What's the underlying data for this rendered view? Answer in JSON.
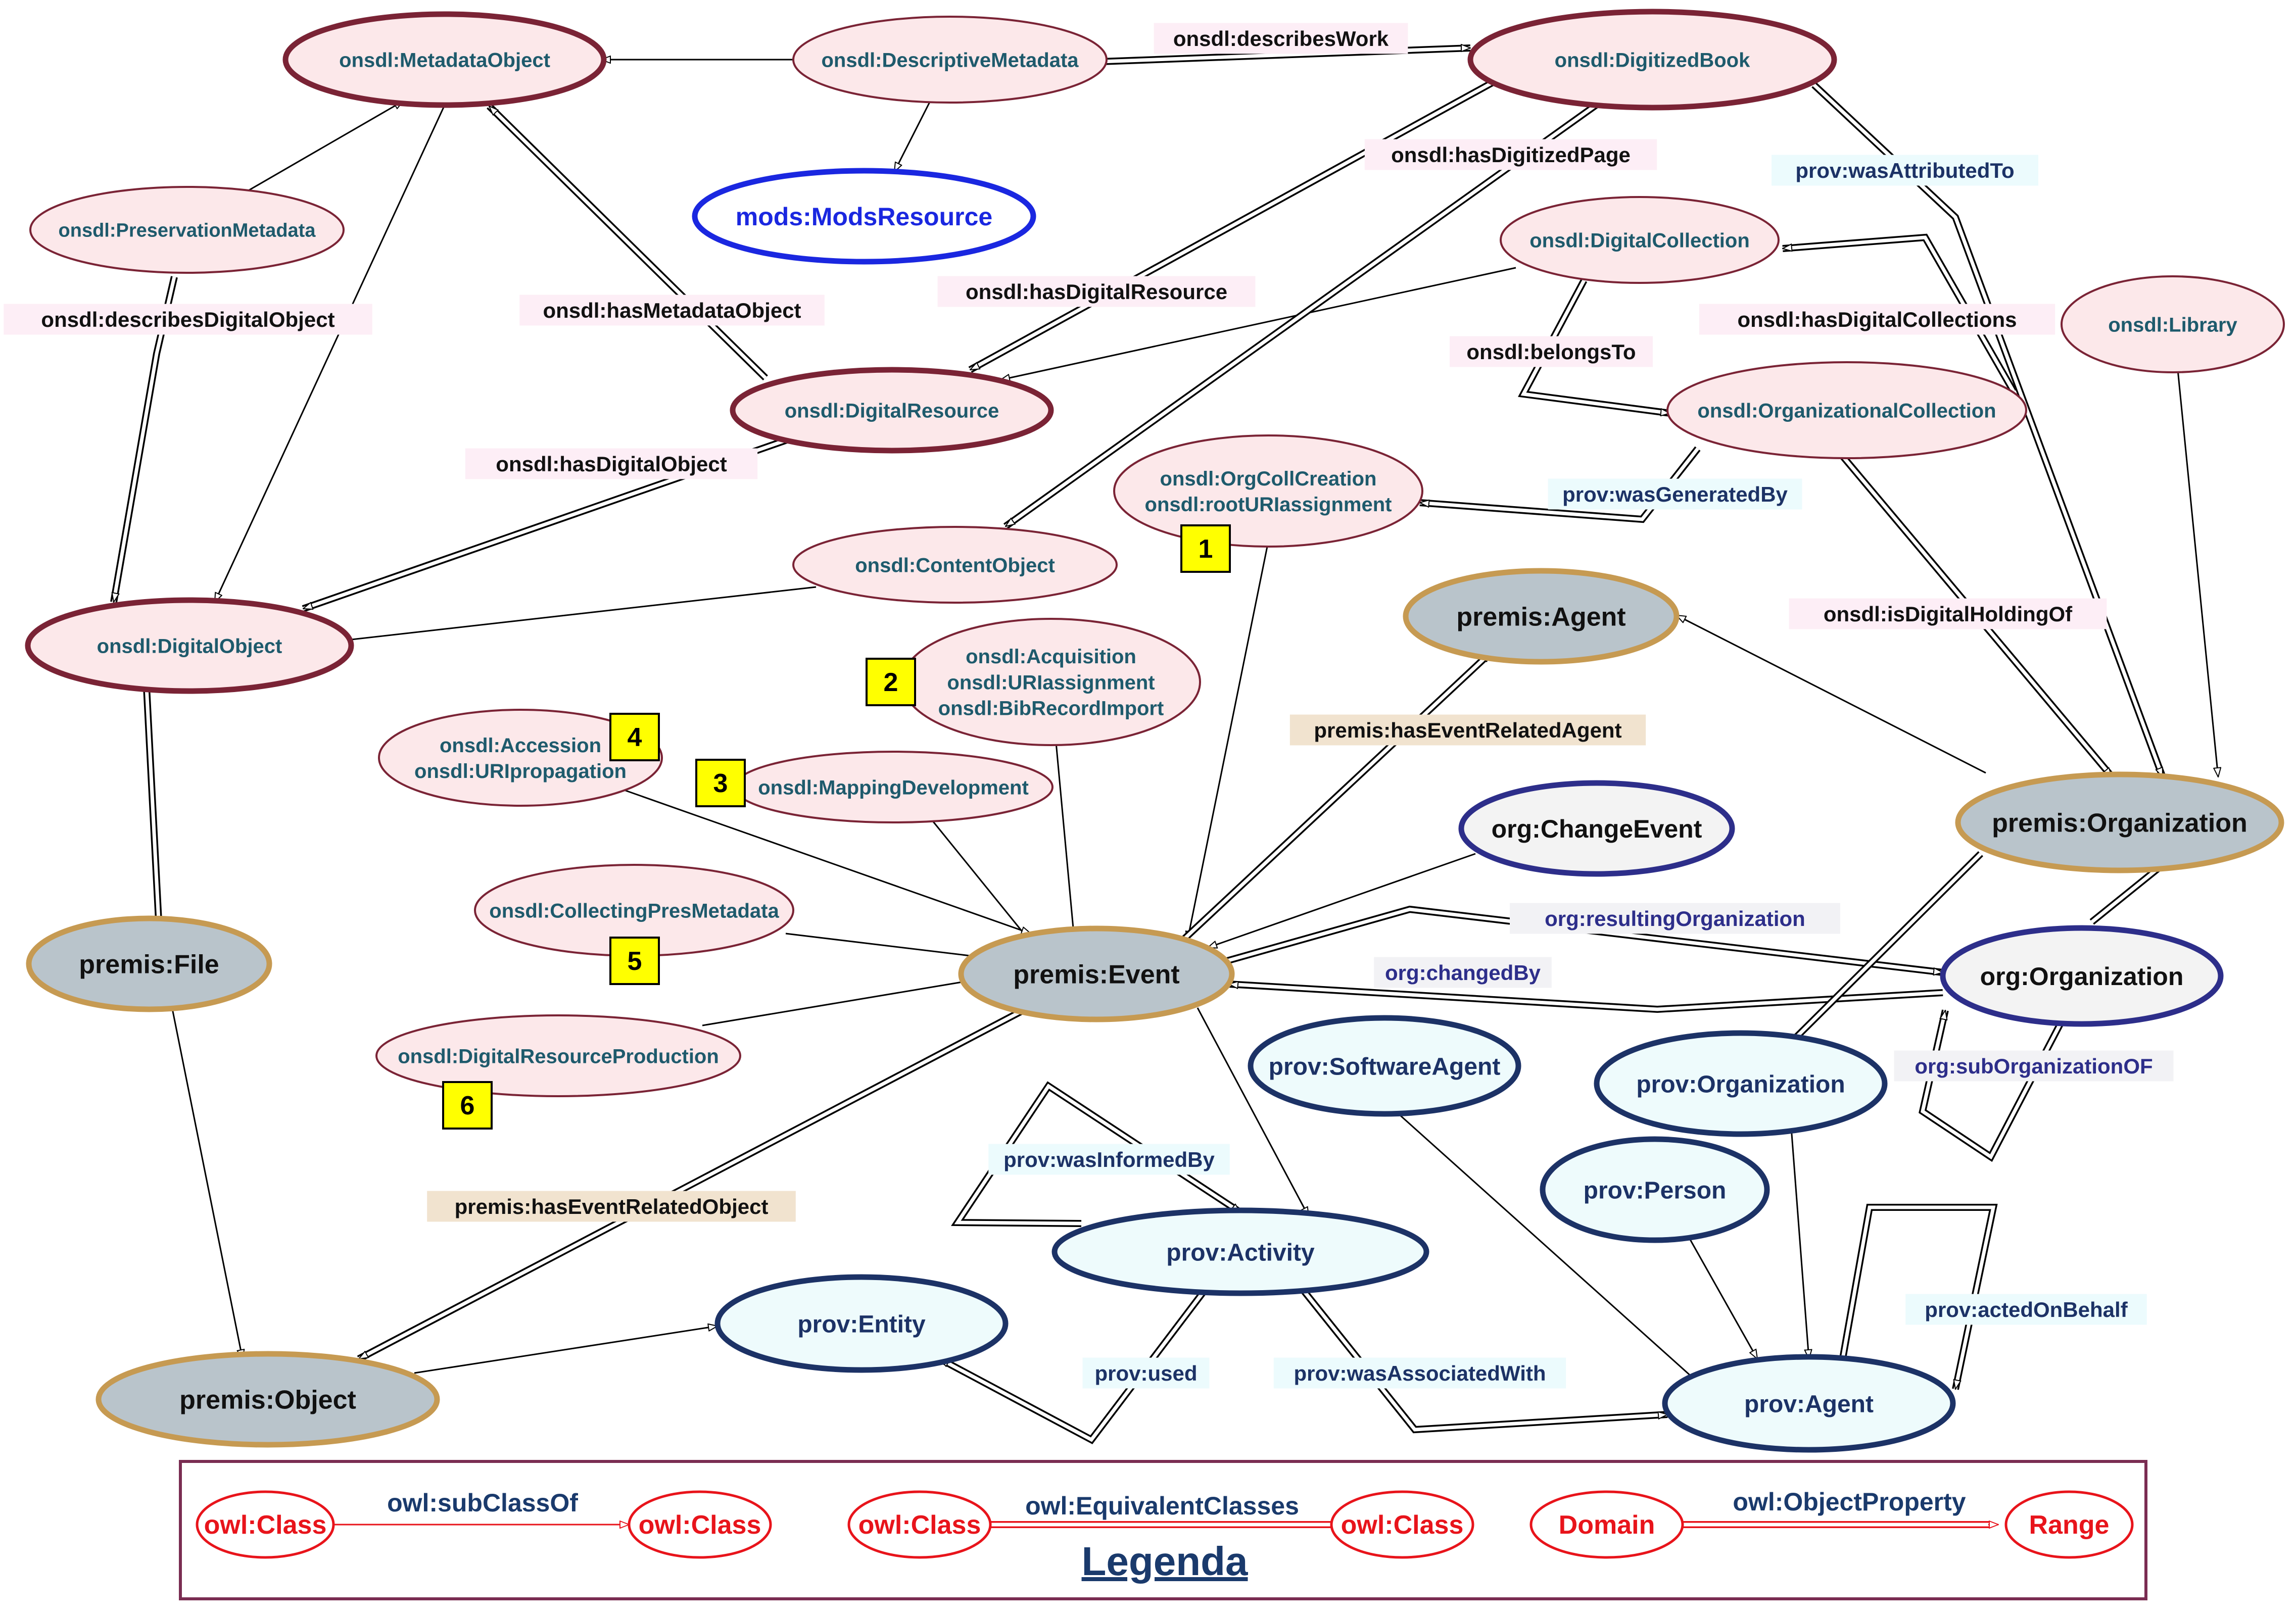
{
  "palette": {
    "onsdl_stroke": "#7a2335",
    "onsdl_fill": "#fce8ea",
    "onsdl_text": "#1e5a6c",
    "premis_stroke": "#c69a52",
    "premis_fill": "#b9c4cb",
    "org_stroke": "#2d2e8a",
    "org_fill": "#f3f3f3",
    "prov_stroke": "#1c3266",
    "prov_fill": "#eefbfc",
    "prov_text": "#1c3266",
    "mods_stroke": "#1a27e0",
    "mods_fill": "#ffffff",
    "mods_text": "#1a27e0",
    "legend_red": "#e8141b",
    "legend_border": "#7a2d52",
    "legend_title": "#1a3a6c",
    "label_bg_pink": "#fdeef6",
    "label_bg_blue": "#ecfbfd",
    "label_bg_tan": "#f1e3cf",
    "label_bg_gray": "#f2f2f5",
    "badge_fill": "#ffff00"
  },
  "nodes": {
    "metadata_object": {
      "lines": [
        "onsdl:MetadataObject"
      ]
    },
    "descriptive_metadata": {
      "lines": [
        "onsdl:DescriptiveMetadata"
      ]
    },
    "digitized_book": {
      "lines": [
        "onsdl:DigitizedBook"
      ]
    },
    "mods_resource": {
      "lines": [
        "mods:ModsResource"
      ]
    },
    "preservation_metadata": {
      "lines": [
        "onsdl:PreservationMetadata"
      ]
    },
    "digital_collection": {
      "lines": [
        "onsdl:DigitalCollection"
      ]
    },
    "library": {
      "lines": [
        "onsdl:Library"
      ]
    },
    "digital_resource": {
      "lines": [
        "onsdl:DigitalResource"
      ]
    },
    "organizational_collection": {
      "lines": [
        "onsdl:OrganizationalCollection"
      ]
    },
    "org_coll_creation": {
      "lines": [
        "onsdl:OrgCollCreation",
        "onsdl:rootURIassignment"
      ]
    },
    "content_object": {
      "lines": [
        "onsdl:ContentObject"
      ]
    },
    "digital_object": {
      "lines": [
        "onsdl:DigitalObject"
      ]
    },
    "premis_agent": {
      "lines": [
        "premis:Agent"
      ]
    },
    "acquisition": {
      "lines": [
        "onsdl:Acquisition",
        "onsdl:URIassignment",
        "onsdl:BibRecordImport"
      ]
    },
    "accession": {
      "lines": [
        "onsdl:Accession",
        "onsdl:URIpropagation"
      ]
    },
    "mapping_development": {
      "lines": [
        "onsdl:MappingDevelopment"
      ]
    },
    "change_event": {
      "lines": [
        "org:ChangeEvent"
      ]
    },
    "premis_organization": {
      "lines": [
        "premis:Organization"
      ]
    },
    "premis_file": {
      "lines": [
        "premis:File"
      ]
    },
    "collecting_pres_metadata": {
      "lines": [
        "onsdl:CollectingPresMetadata"
      ]
    },
    "premis_event": {
      "lines": [
        "premis:Event"
      ]
    },
    "org_organization": {
      "lines": [
        "org:Organization"
      ]
    },
    "digital_resource_production": {
      "lines": [
        "onsdl:DigitalResourceProduction"
      ]
    },
    "software_agent": {
      "lines": [
        "prov:SoftwareAgent"
      ]
    },
    "prov_organization": {
      "lines": [
        "prov:Organization"
      ]
    },
    "prov_person": {
      "lines": [
        "prov:Person"
      ]
    },
    "prov_activity": {
      "lines": [
        "prov:Activity"
      ]
    },
    "prov_entity": {
      "lines": [
        "prov:Entity"
      ]
    },
    "premis_object": {
      "lines": [
        "premis:Object"
      ]
    },
    "prov_agent": {
      "lines": [
        "prov:Agent"
      ]
    }
  },
  "badges": [
    "1",
    "2",
    "3",
    "4",
    "5",
    "6"
  ],
  "edge_labels": {
    "describes_work": "onsdl:describesWork",
    "has_digitized_page": "onsdl:hasDigitizedPage",
    "was_attributed_to": "prov:wasAttributedTo",
    "describes_digital_object": "onsdl:describesDigitalObject",
    "has_metadata_object": "onsdl:hasMetadataObject",
    "has_digital_resource": "onsdl:hasDigitalResource",
    "has_digital_collections": "onsdl:hasDigitalCollections",
    "belongs_to": "onsdl:belongsTo",
    "has_digital_object": "onsdl:hasDigitalObject",
    "was_generated_by": "prov:wasGeneratedBy",
    "is_digital_holding_of": "onsdl:isDigitalHoldingOf",
    "has_event_related_agent": "premis:hasEventRelatedAgent",
    "resulting_organization": "org:resultingOrganization",
    "changed_by": "org:changedBy",
    "sub_organization_of": "org:subOrganizationOF",
    "was_informed_by": "prov:wasInformedBy",
    "has_event_related_object": "premis:hasEventRelatedObject",
    "acted_on_behalf": "prov:actedOnBehalf",
    "used": "prov:used",
    "was_associated_with": "prov:wasAssociatedWith"
  },
  "legend": {
    "title": "Legenda",
    "subclass_label": "owl:subClassOf",
    "equivalent_label": "owl:EquivalentClasses",
    "object_property_label": "owl:ObjectProperty",
    "class_label": "owl:Class",
    "domain_label": "Domain",
    "range_label": "Range"
  }
}
